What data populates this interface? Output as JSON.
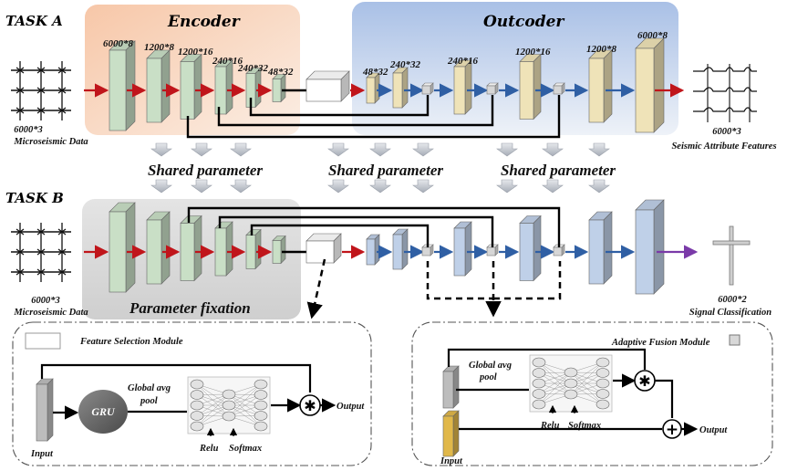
{
  "task_a": {
    "label": "TASK  A",
    "encoder_title": "Encoder",
    "outcoder_title": "Outcoder",
    "encoder_dims": [
      "6000*8",
      "1200*8",
      "1200*16",
      "240*16",
      "240*32",
      "48*32"
    ],
    "outcoder_dims": [
      "48*32",
      "240*32",
      "240*16",
      "1200*16",
      "1200*8",
      "6000*8"
    ],
    "input_dim": "6000*3",
    "input_label": "Microseismic Data",
    "output_dim": "6000*3",
    "output_label": "Seismic Attribute Features"
  },
  "shared": [
    "Shared parameter",
    "Shared parameter",
    "Shared parameter"
  ],
  "task_b": {
    "label": "TASK  B",
    "fixation_label": "Parameter fixation",
    "input_dim": "6000*3",
    "input_label": "Microseismic Data",
    "output_dim": "6000*2",
    "output_label": "Signal Classification"
  },
  "fsm": {
    "title": "Feature Selection Module",
    "gru": "GRU",
    "pool": [
      "Global avg",
      "pool"
    ],
    "relu": "Relu",
    "softmax": "Softmax",
    "output": "Output",
    "input": "Input",
    "multiply_symbol": "✱"
  },
  "afm": {
    "title": "Adaptive Fusion Module",
    "pool": [
      "Global avg",
      "pool"
    ],
    "relu": "Relu",
    "softmax": "Softmax",
    "output": "Output",
    "input": "Input",
    "multiply_symbol": "✱",
    "add_symbol": "+"
  },
  "colors": {
    "encoder_bg": "#f8d9c4",
    "outcoder_bg": "#b9cdea",
    "fixation_bg": "#d6d6d6",
    "enc_block": "#c9dfc6",
    "out_block": "#efe3b8",
    "taskb_block": "#bfd0e8",
    "red_arrow": "#c0151b",
    "blue_arrow": "#2f5fa4",
    "purple_arrow": "#7a3aa8"
  }
}
